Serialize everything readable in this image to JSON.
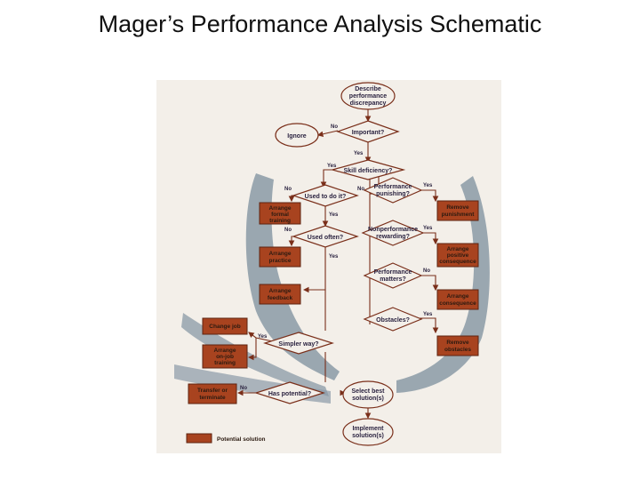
{
  "title": "Mager’s Performance Analysis Schematic",
  "colors": {
    "accent": "#a8431f",
    "line": "#7a2f1a",
    "band": "#8a9aa6",
    "paper": "#f3efe9"
  },
  "nodes": {
    "start": [
      "Describe",
      "performance",
      "discrepancy"
    ],
    "important": "Important?",
    "ignore": "Ignore",
    "skill": "Skill deficiency?",
    "used_to": "Used to do it?",
    "used_often": "Used often?",
    "simpler": "Simpler way?",
    "potential": "Has potential?",
    "punishing": [
      "Performance",
      "punishing?"
    ],
    "nonperf": [
      "Nonperformance",
      "rewarding?"
    ],
    "matters": [
      "Performance",
      "matters?"
    ],
    "obstacles": "Obstacles?",
    "select": [
      "Select best",
      "solution(s)"
    ],
    "implement": [
      "Implement",
      "solution(s)"
    ]
  },
  "boxes": {
    "formal": [
      "Arrange",
      "formal",
      "training"
    ],
    "practice": [
      "Arrange",
      "practice"
    ],
    "feedback": [
      "Arrange",
      "feedback"
    ],
    "change_job": [
      "Change job"
    ],
    "ojt": [
      "Arrange",
      "on-job",
      "training"
    ],
    "transfer": [
      "Transfer or",
      "terminate"
    ],
    "remove_punish": [
      "Remove",
      "punishment"
    ],
    "positive": [
      "Arrange",
      "positive",
      "consequence"
    ],
    "consequence": [
      "Arrange",
      "consequence"
    ],
    "remove_obst": [
      "Remove",
      "obstacles"
    ]
  },
  "labels": {
    "yes": "Yes",
    "no": "No"
  },
  "legend": "Potential solution"
}
